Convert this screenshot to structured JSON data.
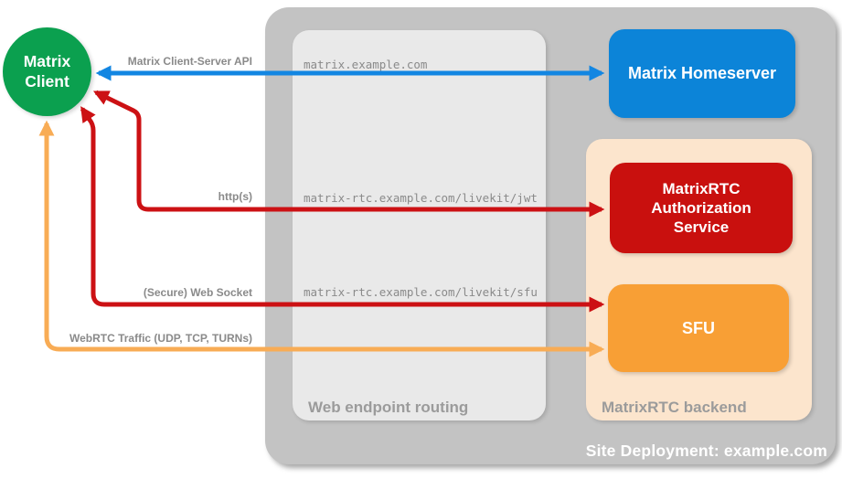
{
  "diagram": {
    "site": {
      "label": "Site Deployment: example.com",
      "bg": "#C3C3C3"
    },
    "routing": {
      "label": "Web endpoint routing",
      "bg": "#E9E9E9",
      "endpoints": [
        "matrix.example.com",
        "matrix-rtc.example.com/livekit/jwt",
        "matrix-rtc.example.com/livekit/sfu"
      ]
    },
    "backend": {
      "label": "MatrixRTC backend",
      "bg": "#FCE5CD"
    },
    "nodes": {
      "client": {
        "label": "Matrix Client",
        "color": "#0BA04F"
      },
      "homeserver": {
        "label": "Matrix Homeserver",
        "color": "#0C84D8"
      },
      "auth_service": {
        "label": "MatrixRTC Authorization Service",
        "color": "#C9100E"
      },
      "sfu": {
        "label": "SFU",
        "color": "#F89F35"
      }
    },
    "edges": [
      {
        "label": "Matrix Client-Server API",
        "color": "#1286E2",
        "from": "Matrix Client",
        "to": "Matrix Homeserver"
      },
      {
        "label": "http(s)",
        "color": "#CC1114",
        "from": "Matrix Client",
        "to": "MatrixRTC Authorization Service"
      },
      {
        "label": "(Secure) Web Socket",
        "color": "#CC1114",
        "from": "Matrix Client",
        "to": "SFU"
      },
      {
        "label": "WebRTC Traffic (UDP, TCP, TURNs)",
        "color": "#F8AC55",
        "from": "Matrix Client",
        "to": "SFU"
      }
    ],
    "text_colors": {
      "container_label": "#9B9B9B",
      "edge_label": "#8A8A8A"
    }
  }
}
